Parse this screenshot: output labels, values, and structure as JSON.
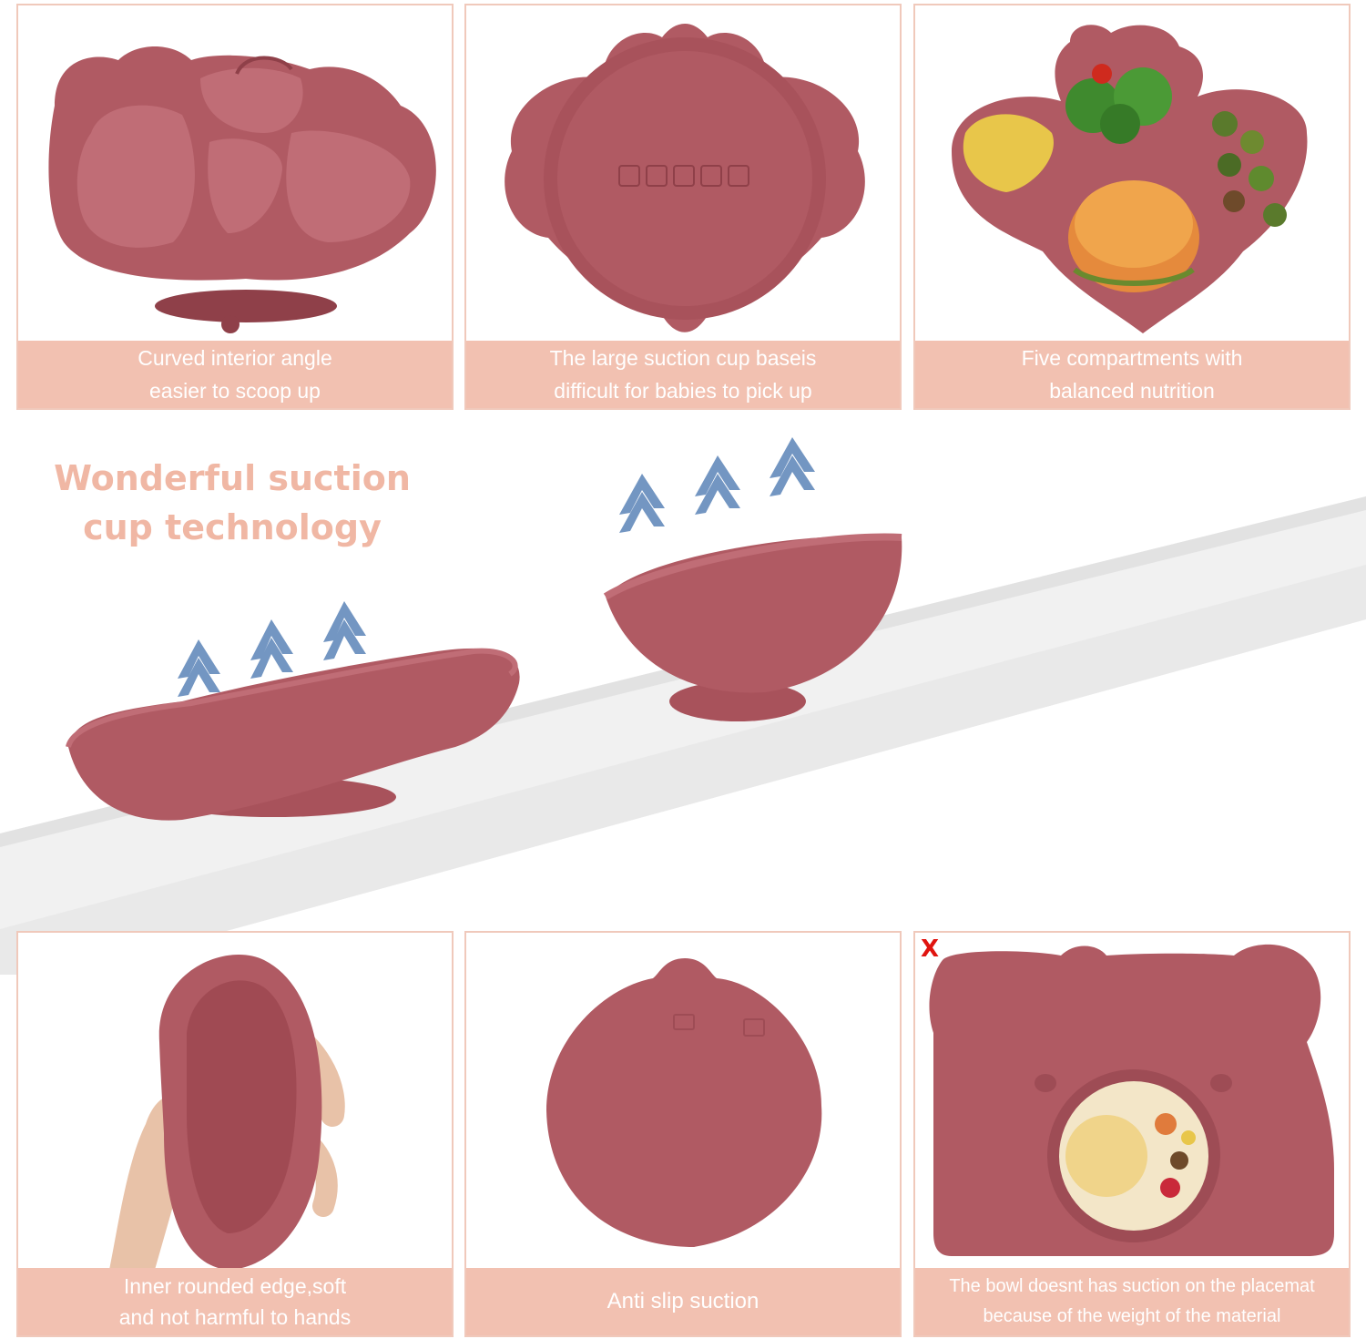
{
  "colors": {
    "silicone": "#b05a63",
    "silicone_dark": "#8f4049",
    "silicone_light": "#c06d76",
    "caption_bg": "#f2c1b1",
    "border": "#f0c9bb",
    "headline": "#f0b7a4",
    "arrow": "#5b84b8",
    "mark_red": "#e0140f"
  },
  "top_cards": [
    {
      "caption": "Curved interior angle\neasier to scoop up"
    },
    {
      "caption": "The large suction cup baseis\ndifficult for babies to pick up"
    },
    {
      "caption": "Five compartments with\nbalanced nutrition"
    }
  ],
  "headline": "Wonderful suction\ncup technology",
  "bottom_cards": [
    {
      "caption": "Inner rounded edge,soft\nand not harmful to hands"
    },
    {
      "caption": "Anti slip suction"
    },
    {
      "caption": "The bowl doesnt has suction on the placemat\nbecause of the weight of the material",
      "mark": "X"
    }
  ]
}
